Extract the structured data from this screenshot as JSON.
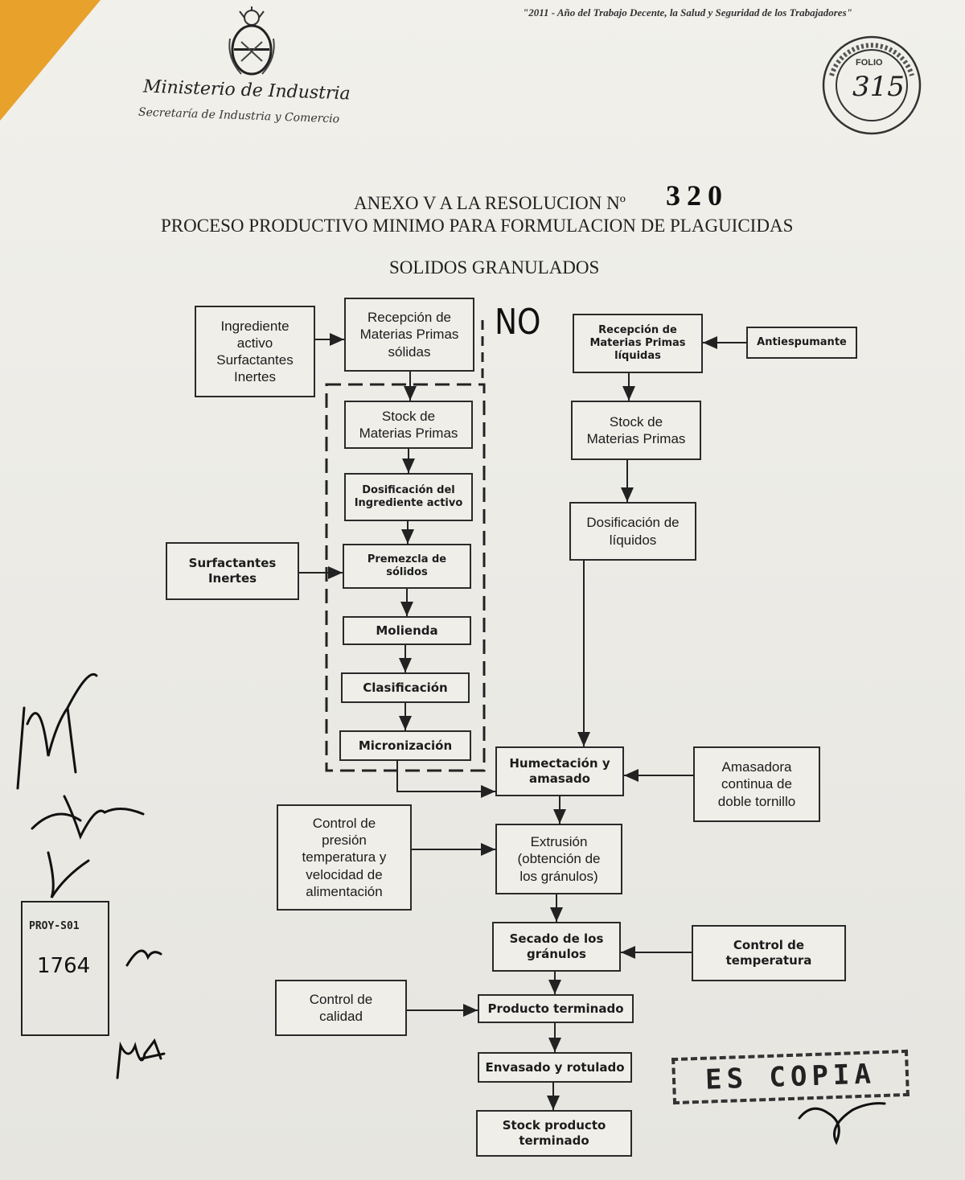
{
  "header": {
    "tagline": "\"2011 - Año del Trabajo Decente, la Salud y Seguridad de los Trabajadores\"",
    "ministry": "Ministerio de Industria",
    "secretaria": "Secretaría de Industria y Comercio",
    "folio_label": "FOLIO",
    "folio_number": "315"
  },
  "document": {
    "annex": "ANEXO V A LA RESOLUCION Nº",
    "resolution_number": "320",
    "title": "PROCESO PRODUCTIVO MINIMO PARA FORMULACION DE PLAGUICIDAS",
    "subtitle": "SOLIDOS GRANULADOS"
  },
  "annotations": {
    "handwritten_no": "NO",
    "stamp_label": "PROY-S01",
    "stamp_number": "1764",
    "copy_stamp": "ES COPIA"
  },
  "flowchart": {
    "solids_inputs": "Ingrediente\nactivo\nSurfactantes\nInertes",
    "solids_reception": "Recepción de\nMaterias Primas\nsólidas",
    "solids_stock": "Stock de\nMaterias Primas",
    "active_dosing": "Dosificación del\nIngrediente activo",
    "surfactants_inerts": "Surfactantes\nInertes",
    "premix": "Premezcla de\nsólidos",
    "milling": "Molienda",
    "classification": "Clasificación",
    "micronization": "Micronización",
    "liquids_reception": "Recepción de\nMaterias Primas\nlíquidas",
    "antifoam": "Antiespumante",
    "liquids_stock": "Stock de\nMaterias Primas",
    "liquids_dosing": "Dosificación de\nlíquidos",
    "wetting_kneading": "Humectación y\namasado",
    "kneader": "Amasadora\ncontinua de\ndoble tornillo",
    "pressure_control": "Control de\npresión\ntemperatura y\nvelocidad de\nalimentación",
    "extrusion": "Extrusión\n(obtención de\nlos gránulos)",
    "drying": "Secado de los\ngránulos",
    "temperature_control": "Control de\ntemperatura",
    "quality_control": "Control de\ncalidad",
    "finished_product": "Producto terminado",
    "packaging": "Envasado y rotulado",
    "finished_stock": "Stock producto\nterminado"
  }
}
